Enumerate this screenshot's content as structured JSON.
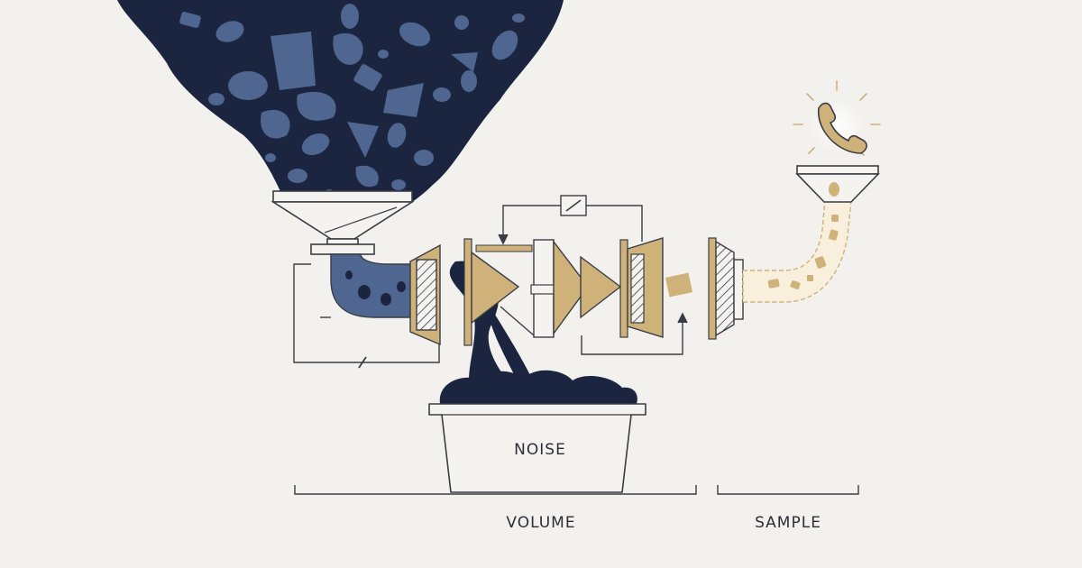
{
  "labels": {
    "bin": "NOISE",
    "left_bracket": "VOLUME",
    "right_bracket": "SAMPLE"
  },
  "colors": {
    "background": "#f2f1ed",
    "navy": "#1b2540",
    "slate": "#4e6690",
    "gold": "#cfb17a",
    "line": "#3a3d45"
  }
}
